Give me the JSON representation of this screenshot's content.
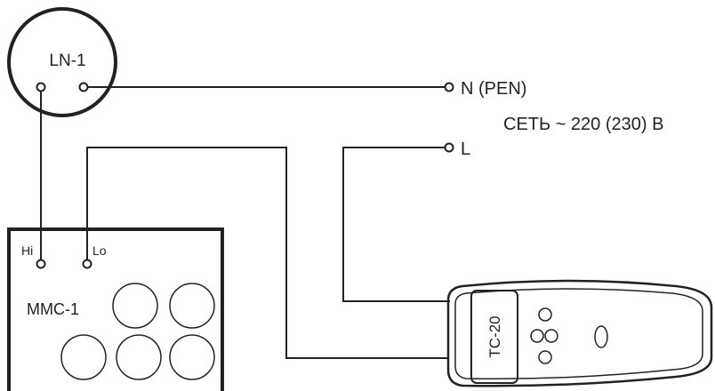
{
  "colors": {
    "line": "#222222",
    "background": "#ffffff"
  },
  "lamp": {
    "label": "LN-1"
  },
  "mains": {
    "neutral_label": "N (PEN)",
    "line_label": "L",
    "network_label": "СЕТЬ ~ 220 (230) В"
  },
  "meter": {
    "label": "MMC-1",
    "hi_label": "Hi",
    "lo_label": "Lo"
  },
  "tester": {
    "label": "TC-20"
  }
}
